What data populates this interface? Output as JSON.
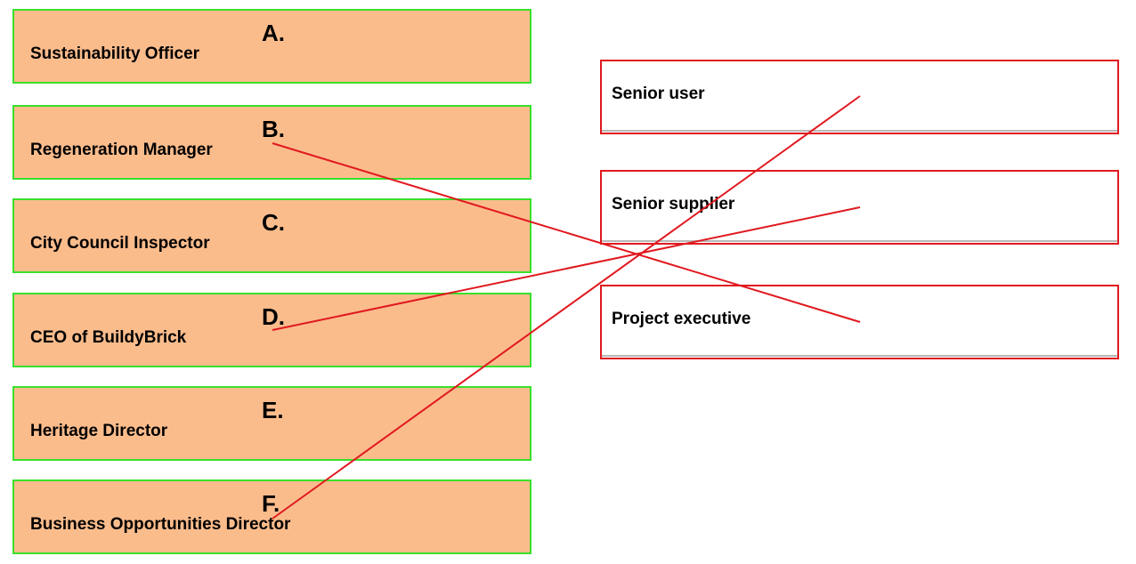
{
  "left_items": [
    {
      "letter": "A.",
      "label": "Sustainability Officer"
    },
    {
      "letter": "B.",
      "label": "Regeneration Manager"
    },
    {
      "letter": "C.",
      "label": "City Council Inspector"
    },
    {
      "letter": "D.",
      "label": "CEO of BuildyBrick"
    },
    {
      "letter": "E.",
      "label": "Heritage Director"
    },
    {
      "letter": "F.",
      "label": "Business Opportunities Director"
    }
  ],
  "right_items": [
    {
      "label": "Senior user"
    },
    {
      "label": "Senior supplier"
    },
    {
      "label": "Project executive"
    }
  ],
  "connections": [
    {
      "from": "B.",
      "to": "Project executive"
    },
    {
      "from": "D.",
      "to": "Senior supplier"
    },
    {
      "from": "F.",
      "to": "Senior user"
    }
  ],
  "colors": {
    "left_fill": "#fbbc8c",
    "left_border": "#39e02b",
    "right_border": "#e0191f",
    "connector": "#e0191f"
  }
}
